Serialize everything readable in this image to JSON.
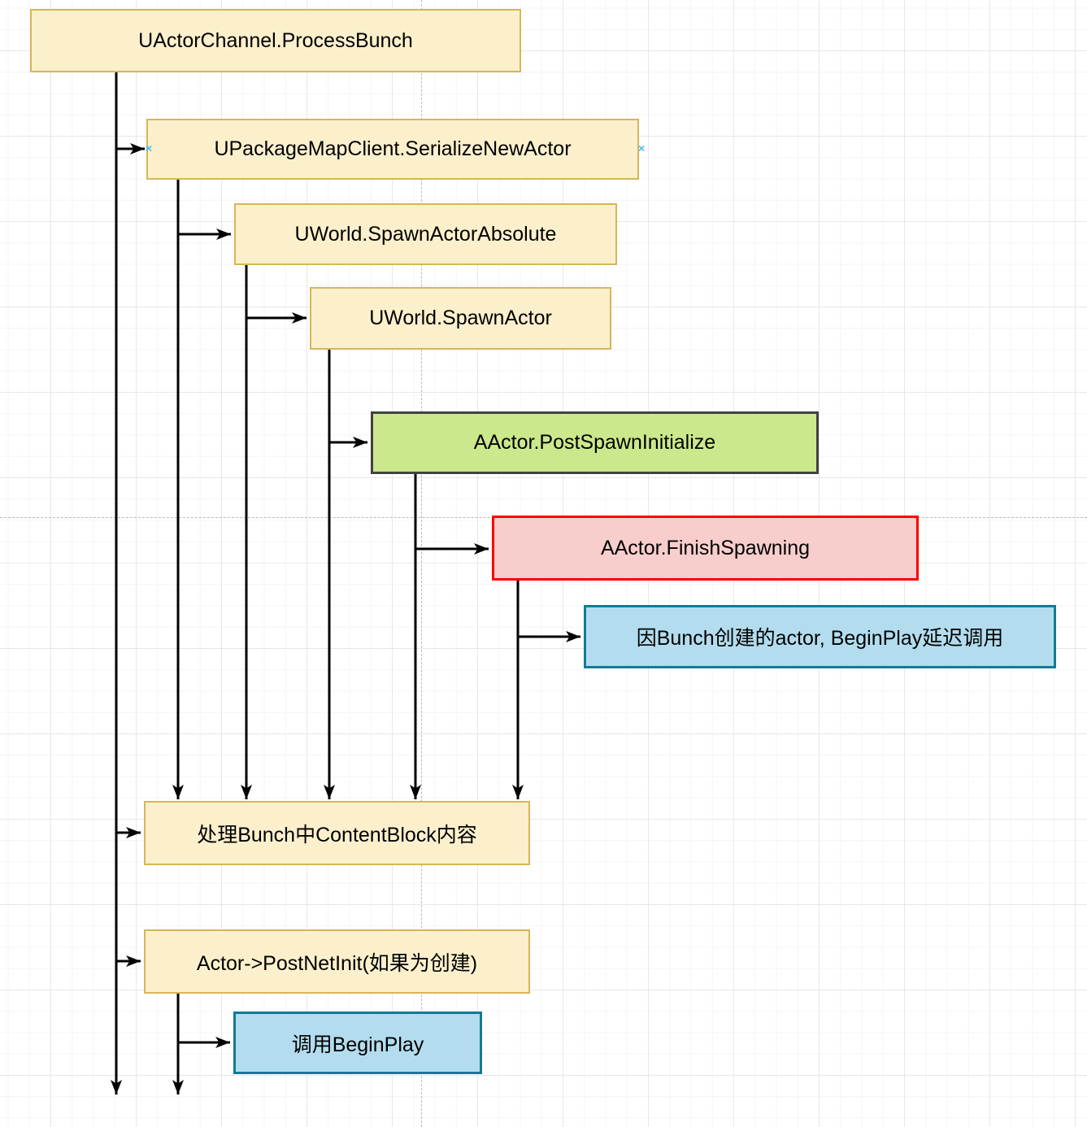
{
  "diagram": {
    "title_hint": "UE4 actor replication spawn call-flow diagram",
    "nodes": [
      {
        "id": "process-bunch",
        "label": "UActorChannel.ProcessBunch",
        "fill": "#fcf0cc",
        "stroke": "#d6b656"
      },
      {
        "id": "serialize-new-actor",
        "label": "UPackageMapClient.SerializeNewActor",
        "fill": "#fcf0cc",
        "stroke": "#d6b656"
      },
      {
        "id": "spawn-actor-absolute",
        "label": "UWorld.SpawnActorAbsolute",
        "fill": "#fcf0cc",
        "stroke": "#d6b656"
      },
      {
        "id": "spawn-actor",
        "label": "UWorld.SpawnActor",
        "fill": "#fcf0cc",
        "stroke": "#d6b656"
      },
      {
        "id": "post-spawn-initialize",
        "label": "AActor.PostSpawnInitialize",
        "fill": "#cbe88c",
        "stroke": "#424242"
      },
      {
        "id": "finish-spawning",
        "label": "AActor.FinishSpawning",
        "fill": "#f8cecc",
        "stroke": "#ff0000"
      },
      {
        "id": "beginplay-deferred-note",
        "label": "因Bunch创建的actor, BeginPlay延迟调用",
        "fill": "#b3ddee",
        "stroke": "#137a96"
      },
      {
        "id": "process-content-block",
        "label": "处理Bunch中ContentBlock内容",
        "fill": "#fcf0cc",
        "stroke": "#d6b656"
      },
      {
        "id": "post-net-init",
        "label": "Actor->PostNetInit(如果为创建)",
        "fill": "#fcf0cc",
        "stroke": "#d6b656"
      },
      {
        "id": "call-beginplay",
        "label": "调用BeginPlay",
        "fill": "#b3ddee",
        "stroke": "#137a96"
      }
    ],
    "edges": [
      {
        "from": "process-bunch",
        "to": "serialize-new-actor"
      },
      {
        "from": "serialize-new-actor",
        "to": "spawn-actor-absolute"
      },
      {
        "from": "spawn-actor-absolute",
        "to": "spawn-actor"
      },
      {
        "from": "spawn-actor",
        "to": "post-spawn-initialize"
      },
      {
        "from": "post-spawn-initialize",
        "to": "finish-spawning"
      },
      {
        "from": "finish-spawning",
        "to": "beginplay-deferred-note"
      },
      {
        "from": "process-bunch",
        "to": "process-content-block"
      },
      {
        "from": "serialize-new-actor",
        "to": "process-content-block"
      },
      {
        "from": "spawn-actor-absolute",
        "to": "process-content-block"
      },
      {
        "from": "spawn-actor",
        "to": "process-content-block"
      },
      {
        "from": "post-spawn-initialize",
        "to": "process-content-block"
      },
      {
        "from": "finish-spawning",
        "to": "process-content-block"
      },
      {
        "from": "process-bunch",
        "to": "post-net-init"
      },
      {
        "from": "post-net-init",
        "to": "call-beginplay"
      }
    ],
    "connection_marker": {
      "symbol": "×",
      "color": "#45c2f5"
    },
    "arrow_color": "#000000",
    "guide_color": "#b9b9b9"
  }
}
